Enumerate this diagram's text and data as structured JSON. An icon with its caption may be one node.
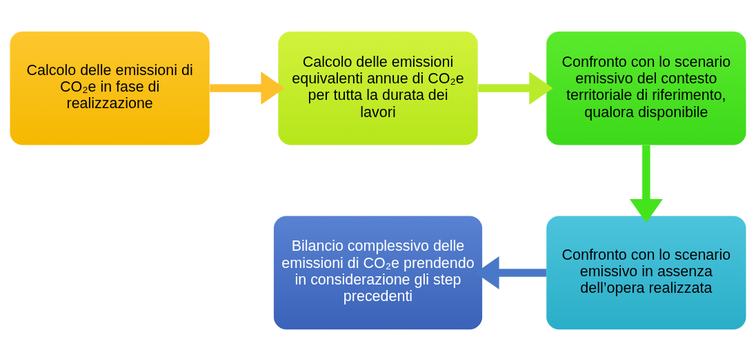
{
  "diagram": {
    "nodes": [
      {
        "text": [
          "Calcolo delle emissioni di CO₂e in fase di realizzazione"
        ]
      },
      {
        "text": [
          "Calcolo delle emissioni equivalenti annue di CO₂e per tutta la durata dei lavori"
        ]
      },
      {
        "text": [
          "Confronto con lo scenario emissivo del contesto territoriale di riferimento, qualora disponibile"
        ]
      },
      {
        "text": [
          "Confronto con lo scenario emissivo in assenza dell’opera realizzata"
        ]
      },
      {
        "text": [
          "Bilancio complessivo delle emissioni di CO₂e prendendo in considerazione gli step precedenti"
        ]
      }
    ],
    "edges": [
      {
        "from": 0,
        "to": 1,
        "arrow": "to",
        "color": "#fcc02c"
      },
      {
        "from": 1,
        "to": 2,
        "arrow": "to",
        "color": "#b8ec2a"
      },
      {
        "from": 2,
        "to": 3,
        "arrow": "to",
        "color": "#44e41c"
      },
      {
        "from": 3,
        "to": 4,
        "arrow": "to",
        "color": "#4a78c8"
      }
    ]
  }
}
